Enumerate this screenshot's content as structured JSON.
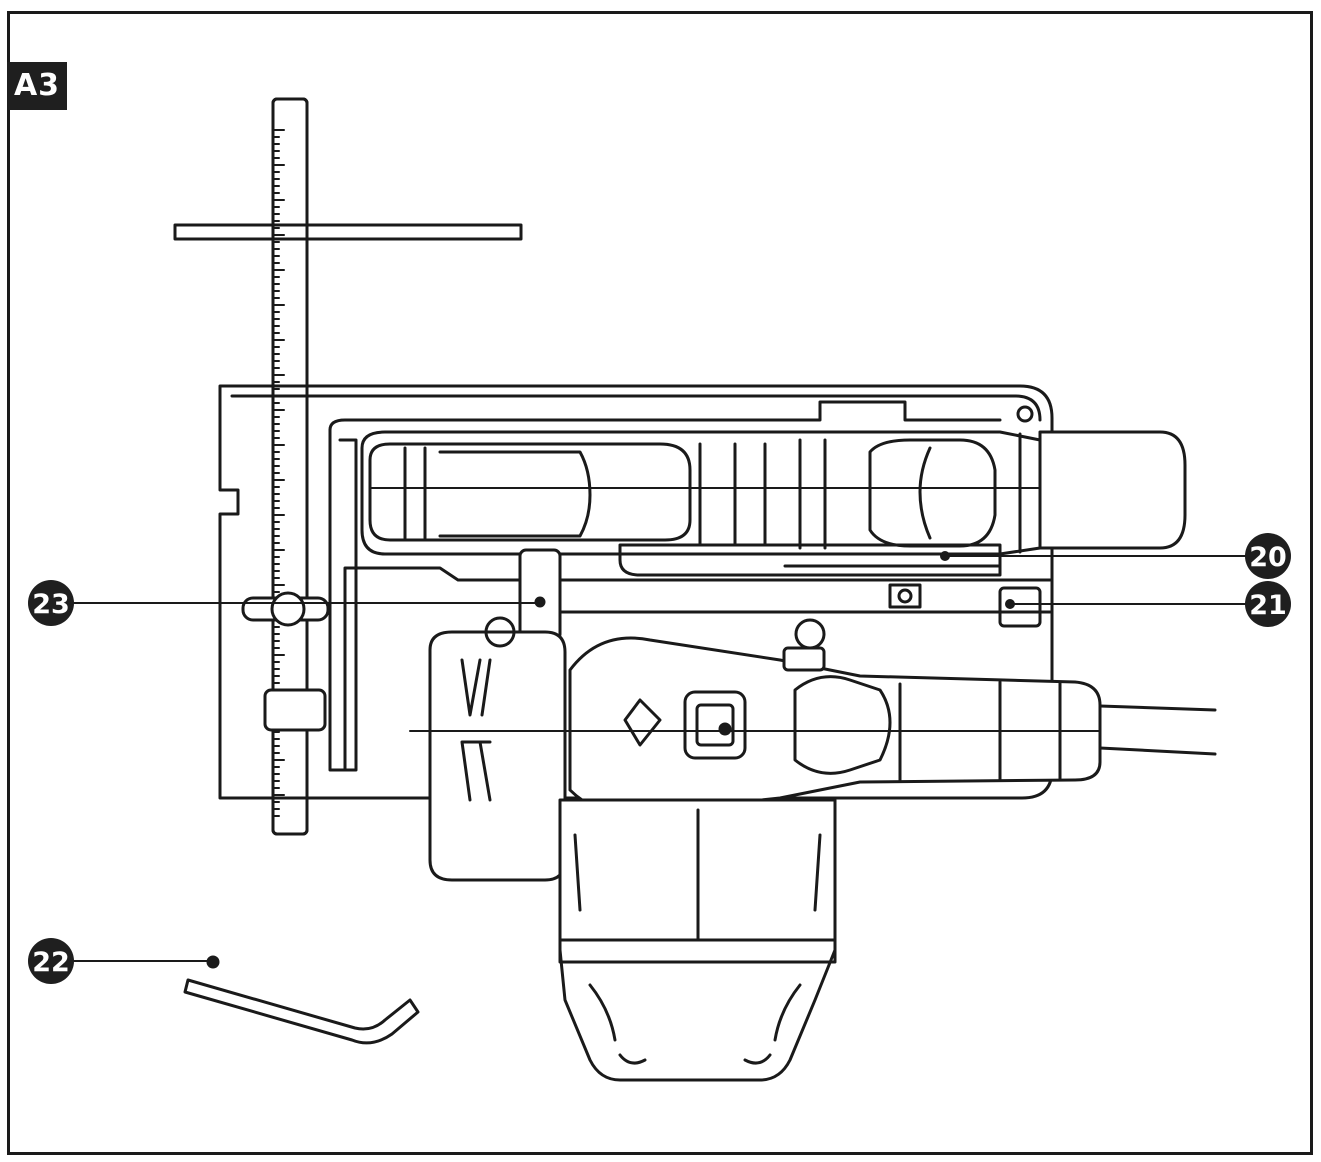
{
  "figure": {
    "tag": "A3",
    "subject": "drill-mounted-on-base-with-scale"
  },
  "callouts": [
    {
      "id": "c20",
      "label": "20"
    },
    {
      "id": "c21",
      "label": "21"
    },
    {
      "id": "c22",
      "label": "22"
    },
    {
      "id": "c23",
      "label": "23"
    }
  ],
  "colors": {
    "line": "#1a1a1a",
    "callout_fill": "#1f1f1f",
    "callout_text": "#ffffff",
    "background": "#ffffff"
  }
}
